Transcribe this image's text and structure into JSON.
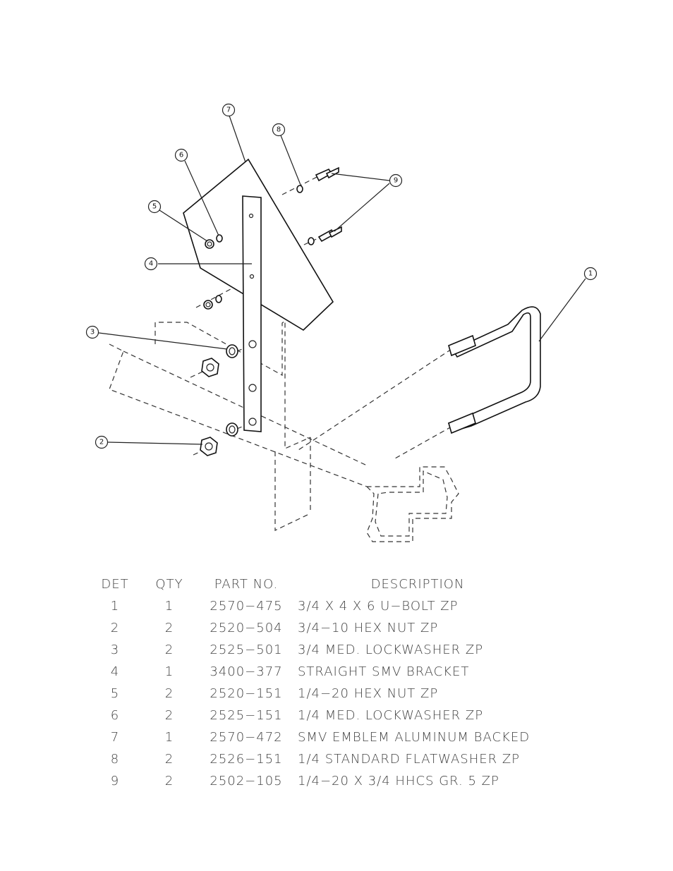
{
  "balloons": [
    "1",
    "2",
    "3",
    "4",
    "5",
    "6",
    "7",
    "8",
    "9"
  ],
  "table": {
    "headers": {
      "det": "DET",
      "qty": "QTY",
      "part_no": "PART NO.",
      "description": "DESCRIPTION"
    },
    "rows": [
      {
        "det": "1",
        "qty": "1",
        "part_no": "2570−475",
        "description": "3/4 X 4 X 6 U−BOLT ZP"
      },
      {
        "det": "2",
        "qty": "2",
        "part_no": "2520−504",
        "description": "3/4−10 HEX NUT ZP"
      },
      {
        "det": "3",
        "qty": "2",
        "part_no": "2525−501",
        "description": "3/4 MED. LOCKWASHER ZP"
      },
      {
        "det": "4",
        "qty": "1",
        "part_no": "3400−377",
        "description": "STRAIGHT SMV BRACKET"
      },
      {
        "det": "5",
        "qty": "2",
        "part_no": "2520−151",
        "description": "1/4−20 HEX NUT ZP"
      },
      {
        "det": "6",
        "qty": "2",
        "part_no": "2525−151",
        "description": "1/4 MED. LOCKWASHER ZP"
      },
      {
        "det": "7",
        "qty": "1",
        "part_no": "2570−472",
        "description": "SMV EMBLEM ALUMINUM BACKED"
      },
      {
        "det": "8",
        "qty": "2",
        "part_no": "2526−151",
        "description": "1/4 STANDARD FLATWASHER ZP"
      },
      {
        "det": "9",
        "qty": "2",
        "part_no": "2502−105",
        "description": "1/4−20 X 3/4 HHCS GR. 5 ZP"
      }
    ]
  }
}
